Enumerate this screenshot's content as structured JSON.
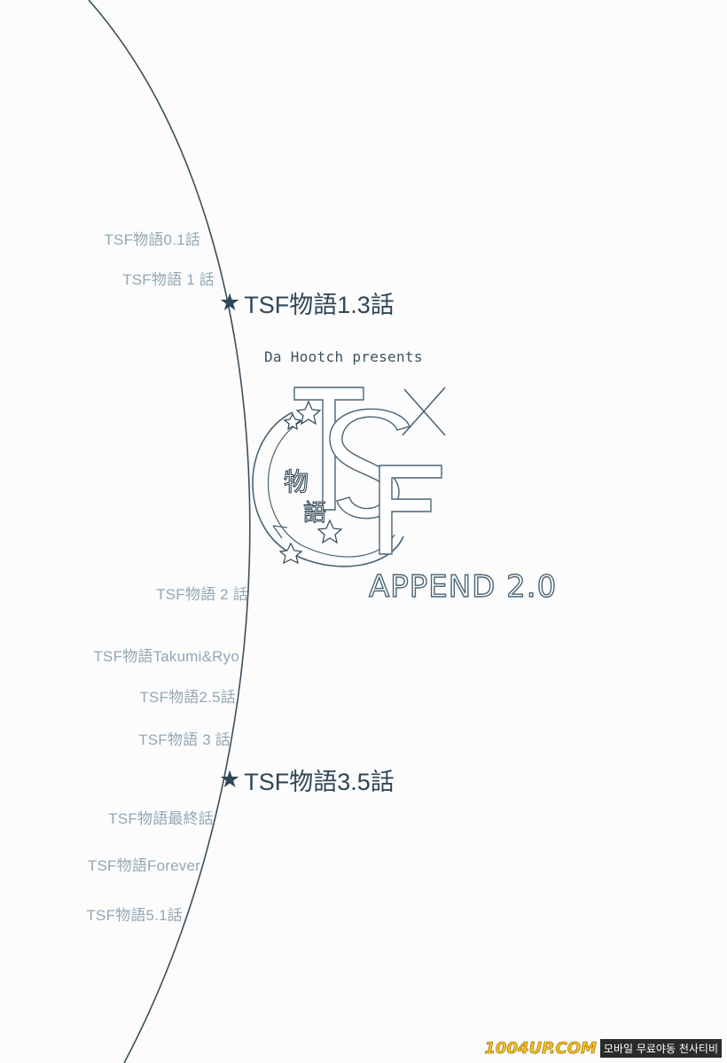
{
  "chapters_upper": [
    {
      "label": "TSF物語0.1話"
    },
    {
      "label": "TSF物語 1 話"
    }
  ],
  "highlight_1": {
    "star": "★",
    "label": "TSF物語1.3話"
  },
  "presents": "Da Hootch presents",
  "logo": {
    "letters": "TSF",
    "kanji_1": "物",
    "kanji_2": "語",
    "cross": "×"
  },
  "append": "APPEND 2.0",
  "chapters_middle": [
    {
      "label": "TSF物語 2 話"
    },
    {
      "label": "TSF物語Takumi&Ryo"
    },
    {
      "label": "TSF物語2.5話"
    },
    {
      "label": "TSF物語 3 話"
    }
  ],
  "highlight_2": {
    "star": "★",
    "label": "TSF物語3.5話"
  },
  "chapters_lower": [
    {
      "label": "TSF物語最終話"
    },
    {
      "label": "TSF物語Forever"
    },
    {
      "label": "TSF物語5.1話"
    }
  ],
  "footer": {
    "brand": "1004UP.COM",
    "tagline": "모바일 무료야동 천사티비"
  },
  "colors": {
    "arc": "#3a4f5c",
    "light_text": "#93a7b4",
    "dark_text": "#2f4656",
    "logo_stroke": "#4a6475"
  }
}
